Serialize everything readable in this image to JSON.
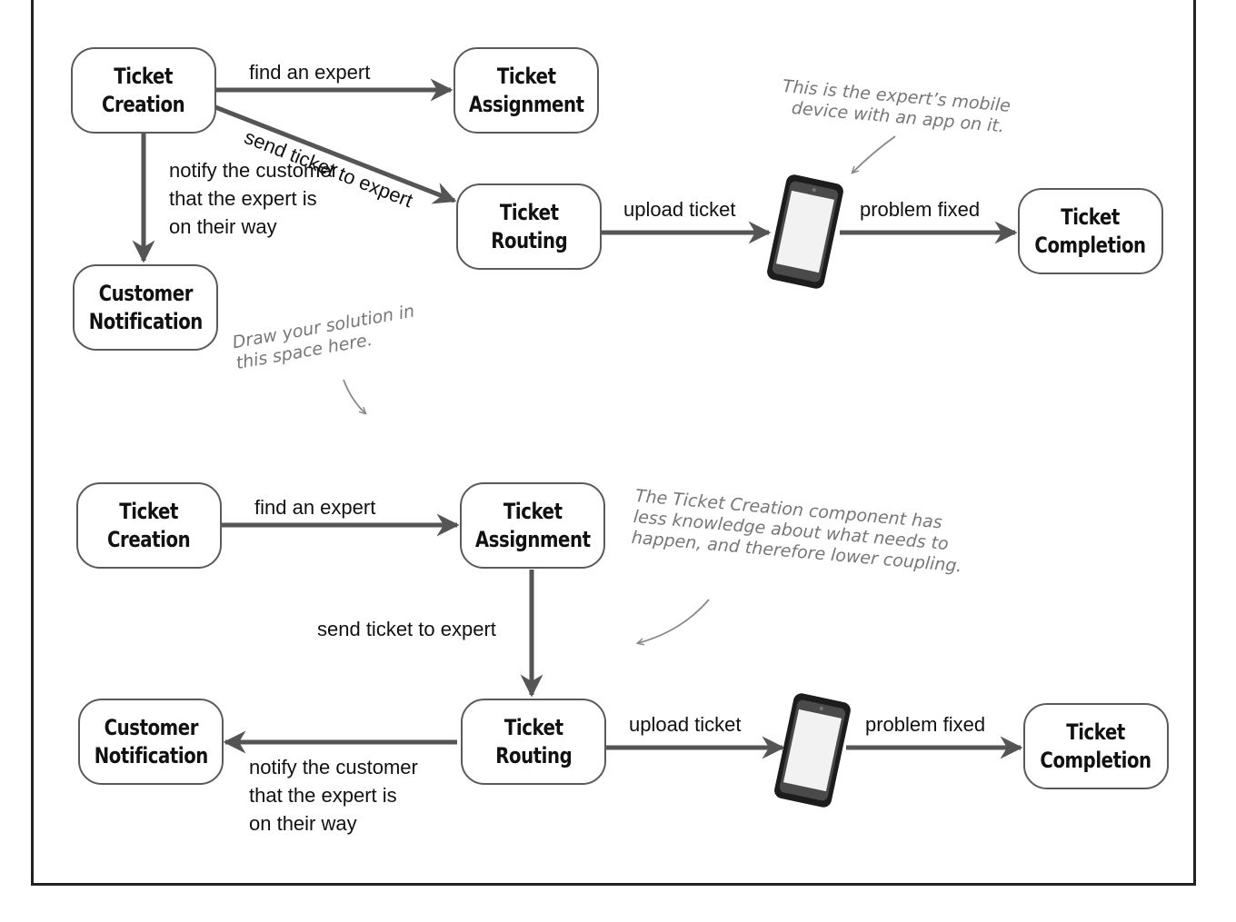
{
  "top": {
    "nodes": {
      "ticket_creation": [
        "Ticket",
        "Creation"
      ],
      "ticket_assignment": [
        "Ticket",
        "Assignment"
      ],
      "ticket_routing": [
        "Ticket",
        "Routing"
      ],
      "ticket_completion": [
        "Ticket",
        "Completion"
      ],
      "customer_notification": [
        "Customer",
        "Notification"
      ]
    },
    "edges": {
      "find_expert": "find an expert",
      "send_ticket": "send ticket to expert",
      "notify_customer": [
        "notify the customer",
        "that the expert is",
        "on their way"
      ],
      "upload_ticket": "upload ticket",
      "problem_fixed": "problem fixed"
    },
    "notes": {
      "mobile_device": [
        "This is the expert’s mobile",
        "device with an app on it."
      ],
      "draw_solution": [
        "Draw your solution in",
        "this space here."
      ]
    }
  },
  "bottom": {
    "nodes": {
      "ticket_creation": [
        "Ticket",
        "Creation"
      ],
      "ticket_assignment": [
        "Ticket",
        "Assignment"
      ],
      "ticket_routing": [
        "Ticket",
        "Routing"
      ],
      "ticket_completion": [
        "Ticket",
        "Completion"
      ],
      "customer_notification": [
        "Customer",
        "Notification"
      ]
    },
    "edges": {
      "find_expert": "find an expert",
      "send_ticket": "send ticket to expert",
      "notify_customer": [
        "notify the customer",
        "that the expert is",
        "on their way"
      ],
      "upload_ticket": "upload ticket",
      "problem_fixed": "problem fixed"
    },
    "notes": {
      "coupling": [
        "The Ticket Creation component has",
        "less knowledge about what needs to",
        "happen, and therefore lower coupling."
      ]
    }
  },
  "colors": {
    "arrow": "#555555",
    "node_border": "#5a5a5a",
    "note_text": "#777777",
    "phone_body": "#1c1c1c"
  }
}
